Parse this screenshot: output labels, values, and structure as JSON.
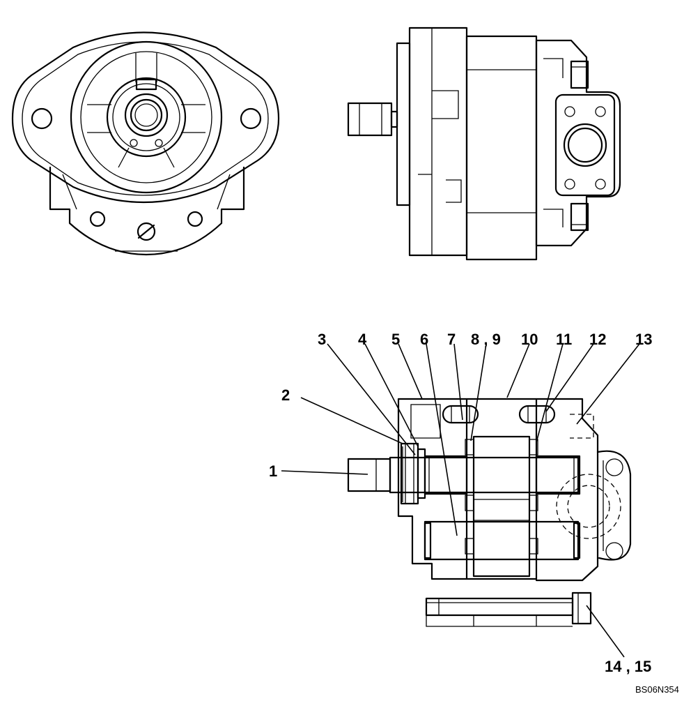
{
  "callouts": {
    "c1": "1",
    "c2": "2",
    "c3": "3",
    "c4": "4",
    "c5": "5",
    "c6": "6",
    "c7": "7",
    "c8_9": "8 , 9",
    "c10": "10",
    "c11": "11",
    "c12": "12",
    "c13": "13",
    "c14_15": "14 , 15"
  },
  "drawing_code": "BS06N354"
}
